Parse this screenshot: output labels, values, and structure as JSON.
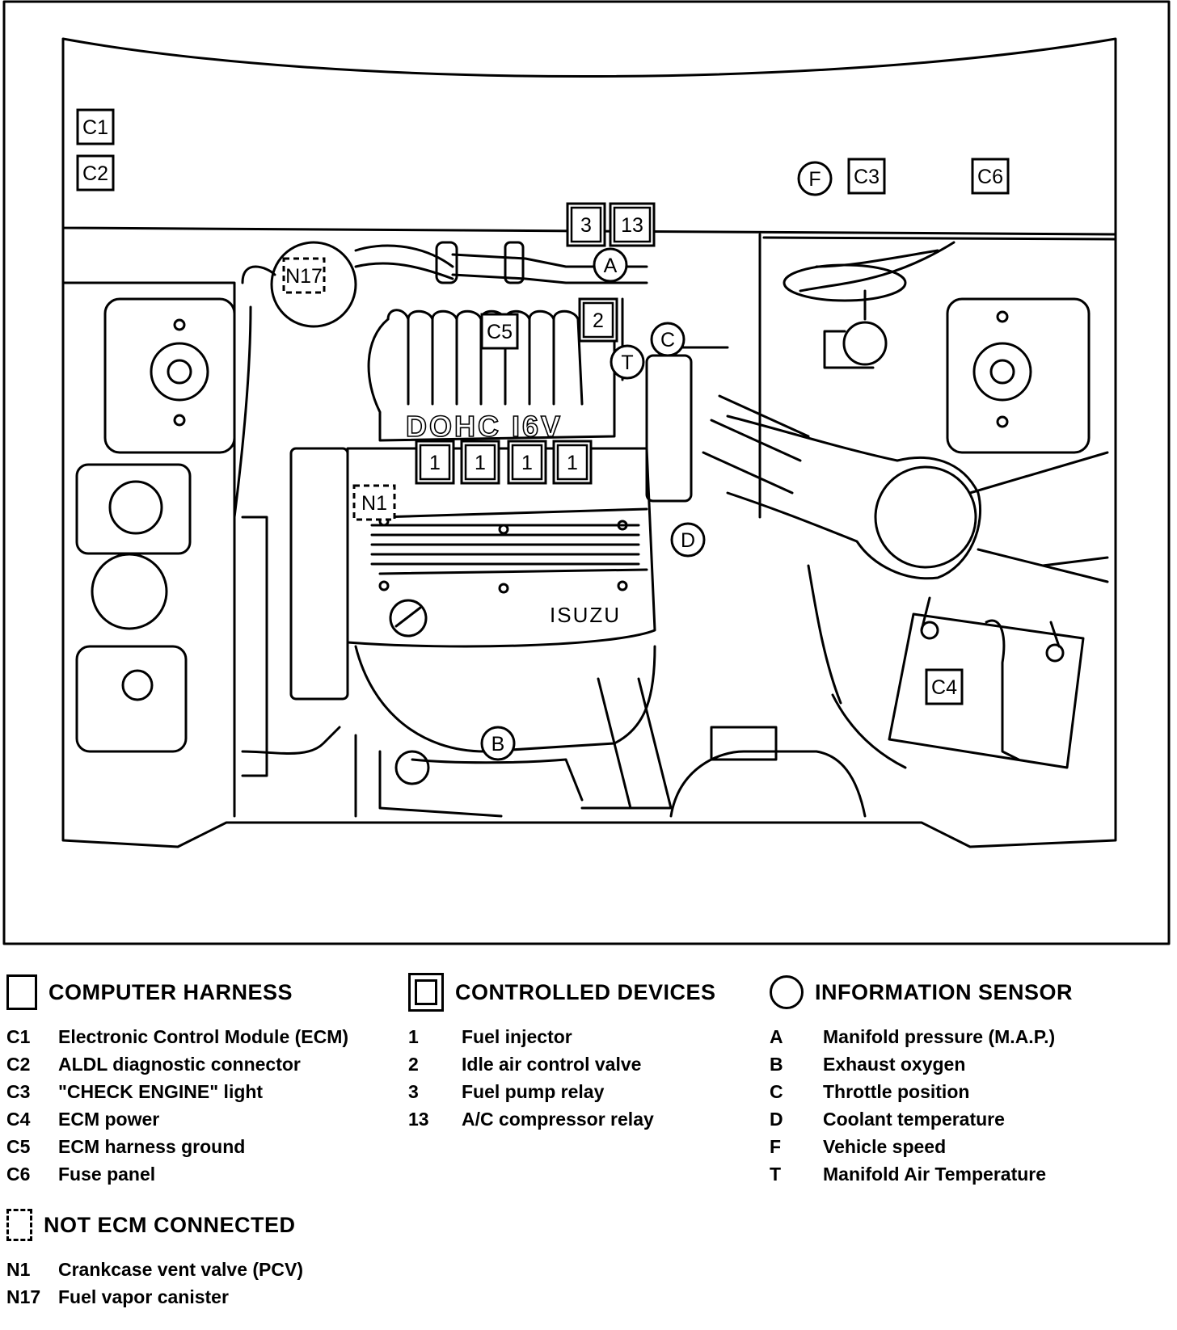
{
  "diagram": {
    "engine_text": "DOHC I6V",
    "brand_text": "ISUZU"
  },
  "callouts": [
    {
      "code": "C1",
      "kind": "plain"
    },
    {
      "code": "C2",
      "kind": "plain"
    },
    {
      "code": "C3",
      "kind": "plain"
    },
    {
      "code": "C4",
      "kind": "plain"
    },
    {
      "code": "C5",
      "kind": "plain"
    },
    {
      "code": "C6",
      "kind": "plain"
    },
    {
      "code": "3",
      "kind": "double"
    },
    {
      "code": "13",
      "kind": "double"
    },
    {
      "code": "2",
      "kind": "double"
    },
    {
      "code": "1",
      "kind": "double"
    },
    {
      "code": "1",
      "kind": "double"
    },
    {
      "code": "1",
      "kind": "double"
    },
    {
      "code": "1",
      "kind": "double"
    },
    {
      "code": "A",
      "kind": "circle"
    },
    {
      "code": "B",
      "kind": "circle"
    },
    {
      "code": "C",
      "kind": "circle"
    },
    {
      "code": "D",
      "kind": "circle"
    },
    {
      "code": "F",
      "kind": "circle"
    },
    {
      "code": "T",
      "kind": "circle"
    },
    {
      "code": "N1",
      "kind": "dashed"
    },
    {
      "code": "N17",
      "kind": "dashed"
    }
  ],
  "legend": {
    "computer_harness": {
      "title": "COMPUTER HARNESS",
      "items": [
        {
          "code": "C1",
          "label": "Electronic Control Module (ECM)"
        },
        {
          "code": "C2",
          "label": "ALDL diagnostic connector"
        },
        {
          "code": "C3",
          "label": "\"CHECK ENGINE\" light"
        },
        {
          "code": "C4",
          "label": "ECM power"
        },
        {
          "code": "C5",
          "label": "ECM harness ground"
        },
        {
          "code": "C6",
          "label": "Fuse panel"
        }
      ]
    },
    "not_ecm_connected": {
      "title": "NOT ECM CONNECTED",
      "items": [
        {
          "code": "N1",
          "label": "Crankcase vent valve (PCV)"
        },
        {
          "code": "N17",
          "label": "Fuel vapor canister"
        }
      ]
    },
    "controlled_devices": {
      "title": "CONTROLLED DEVICES",
      "items": [
        {
          "code": "1",
          "label": "Fuel injector"
        },
        {
          "code": "2",
          "label": "Idle air control valve"
        },
        {
          "code": "3",
          "label": "Fuel pump relay"
        },
        {
          "code": "13",
          "label": "A/C compressor relay"
        }
      ]
    },
    "information_sensor": {
      "title": "INFORMATION SENSOR",
      "items": [
        {
          "code": "A",
          "label": "Manifold pressure (M.A.P.)"
        },
        {
          "code": "B",
          "label": "Exhaust oxygen"
        },
        {
          "code": "C",
          "label": "Throttle position"
        },
        {
          "code": "D",
          "label": "Coolant temperature"
        },
        {
          "code": "F",
          "label": "Vehicle speed"
        },
        {
          "code": "T",
          "label": "Manifold Air Temperature"
        }
      ]
    }
  }
}
